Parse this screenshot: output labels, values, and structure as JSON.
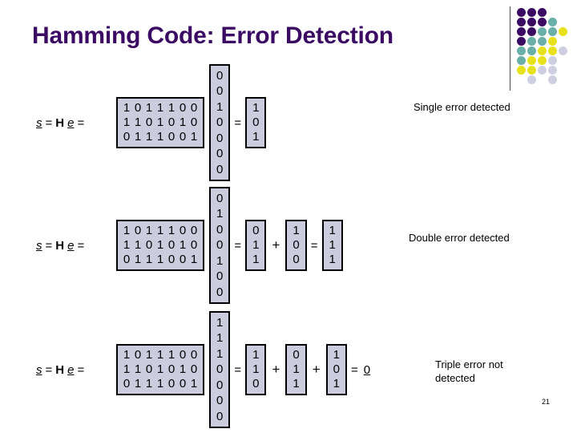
{
  "slide": {
    "title": "Hamming Code: Error Detection",
    "page_number": "21",
    "title_color": "#3B0A63",
    "box_fill_color": "#CCCCDF",
    "box_border_color": "#000000"
  },
  "logo": {
    "name": "dot-matrix-logo",
    "colors": {
      "purple": "#3B0A63",
      "teal": "#6AAFA8",
      "yellow": "#E8E21C",
      "lavender": "#CFCFE4"
    },
    "dots": [
      {
        "col": 0,
        "row": 0,
        "color": "#3B0A63"
      },
      {
        "col": 1,
        "row": 0,
        "color": "#3B0A63"
      },
      {
        "col": 2,
        "row": 0,
        "color": "#3B0A63"
      },
      {
        "col": 0,
        "row": 1,
        "color": "#3B0A63"
      },
      {
        "col": 1,
        "row": 1,
        "color": "#3B0A63"
      },
      {
        "col": 2,
        "row": 1,
        "color": "#3B0A63"
      },
      {
        "col": 3,
        "row": 1,
        "color": "#6AAFA8"
      },
      {
        "col": 0,
        "row": 2,
        "color": "#3B0A63"
      },
      {
        "col": 1,
        "row": 2,
        "color": "#3B0A63"
      },
      {
        "col": 2,
        "row": 2,
        "color": "#6AAFA8"
      },
      {
        "col": 3,
        "row": 2,
        "color": "#6AAFA8"
      },
      {
        "col": 4,
        "row": 2,
        "color": "#E8E21C"
      },
      {
        "col": 0,
        "row": 3,
        "color": "#3B0A63"
      },
      {
        "col": 1,
        "row": 3,
        "color": "#6AAFA8"
      },
      {
        "col": 2,
        "row": 3,
        "color": "#6AAFA8"
      },
      {
        "col": 3,
        "row": 3,
        "color": "#E8E21C"
      },
      {
        "col": 0,
        "row": 4,
        "color": "#6AAFA8"
      },
      {
        "col": 1,
        "row": 4,
        "color": "#6AAFA8"
      },
      {
        "col": 2,
        "row": 4,
        "color": "#E8E21C"
      },
      {
        "col": 3,
        "row": 4,
        "color": "#E8E21C"
      },
      {
        "col": 4,
        "row": 4,
        "color": "#CFCFE4"
      },
      {
        "col": 0,
        "row": 5,
        "color": "#6AAFA8"
      },
      {
        "col": 1,
        "row": 5,
        "color": "#E8E21C"
      },
      {
        "col": 2,
        "row": 5,
        "color": "#E8E21C"
      },
      {
        "col": 3,
        "row": 5,
        "color": "#CFCFE4"
      },
      {
        "col": 0,
        "row": 6,
        "color": "#E8E21C"
      },
      {
        "col": 1,
        "row": 6,
        "color": "#E8E21C"
      },
      {
        "col": 2,
        "row": 6,
        "color": "#CFCFE4"
      },
      {
        "col": 3,
        "row": 6,
        "color": "#CFCFE4"
      },
      {
        "col": 1,
        "row": 7,
        "color": "#CFCFE4"
      },
      {
        "col": 3,
        "row": 7,
        "color": "#CFCFE4"
      }
    ]
  },
  "equations": [
    {
      "id": "single-error",
      "lead": {
        "s": "s",
        "eq1": "=",
        "H": "H",
        "e": "e",
        "eq2": "="
      },
      "h_matrix": [
        [
          "1",
          "0",
          "1",
          "1",
          "1",
          "0",
          "0"
        ],
        [
          "1",
          "1",
          "0",
          "1",
          "0",
          "1",
          "0"
        ],
        [
          "0",
          "1",
          "1",
          "1",
          "0",
          "0",
          "1"
        ]
      ],
      "error_vector": [
        "0",
        "0",
        "1",
        "0",
        "0",
        "0",
        "0"
      ],
      "equals": "=",
      "terms": [
        {
          "op": "",
          "bits": [
            "1",
            "0",
            "1"
          ]
        }
      ],
      "result": null,
      "result_zero": false,
      "caption": "Single error detected"
    },
    {
      "id": "double-error",
      "lead": {
        "s": "s",
        "eq1": "=",
        "H": "H",
        "e": "e",
        "eq2": "="
      },
      "h_matrix": [
        [
          "1",
          "0",
          "1",
          "1",
          "1",
          "0",
          "0"
        ],
        [
          "1",
          "1",
          "0",
          "1",
          "0",
          "1",
          "0"
        ],
        [
          "0",
          "1",
          "1",
          "1",
          "0",
          "0",
          "1"
        ]
      ],
      "error_vector": [
        "0",
        "1",
        "0",
        "0",
        "1",
        "0",
        "0"
      ],
      "equals": "=",
      "terms": [
        {
          "op": "",
          "bits": [
            "0",
            "1",
            "1"
          ]
        },
        {
          "op": "+",
          "bits": [
            "1",
            "0",
            "0"
          ]
        }
      ],
      "result_op": "=",
      "result": [
        "1",
        "1",
        "1"
      ],
      "result_zero": false,
      "caption": "Double error detected"
    },
    {
      "id": "triple-error",
      "lead": {
        "s": "s",
        "eq1": "=",
        "H": "H",
        "e": "e",
        "eq2": "="
      },
      "h_matrix": [
        [
          "1",
          "0",
          "1",
          "1",
          "1",
          "0",
          "0"
        ],
        [
          "1",
          "1",
          "0",
          "1",
          "0",
          "1",
          "0"
        ],
        [
          "0",
          "1",
          "1",
          "1",
          "0",
          "0",
          "1"
        ]
      ],
      "error_vector": [
        "1",
        "1",
        "1",
        "0",
        "0",
        "0",
        "0"
      ],
      "equals": "=",
      "terms": [
        {
          "op": "",
          "bits": [
            "1",
            "1",
            "0"
          ]
        },
        {
          "op": "+",
          "bits": [
            "0",
            "1",
            "1"
          ]
        },
        {
          "op": "+",
          "bits": [
            "1",
            "0",
            "1"
          ]
        }
      ],
      "result_op": "=",
      "result": null,
      "result_zero": true,
      "zero_label": "0",
      "caption_line1": "Triple error not",
      "caption_line2": "detected",
      "caption": "Triple error not detected"
    }
  ]
}
